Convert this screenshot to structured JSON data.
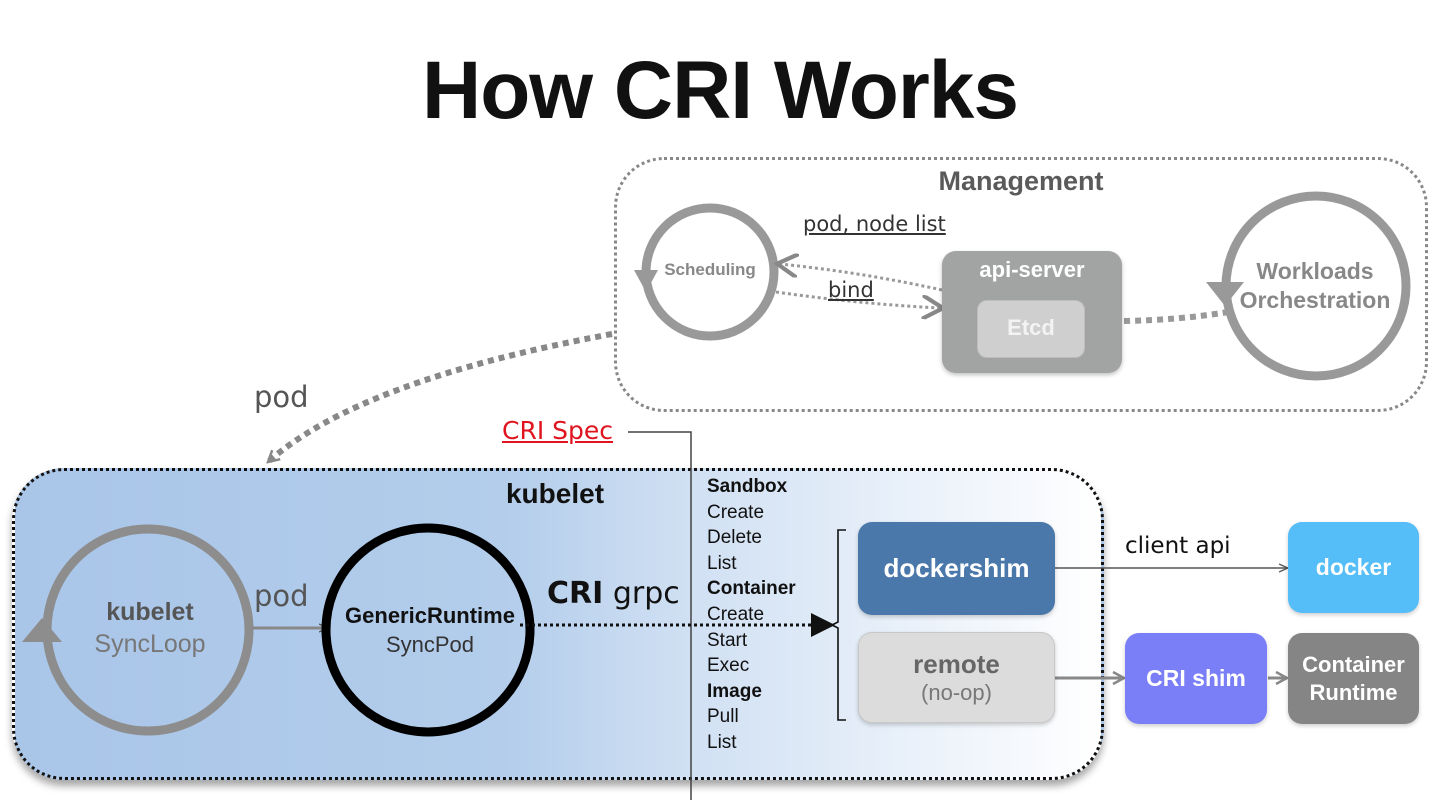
{
  "title": "How CRI Works",
  "management": {
    "title": "Management",
    "scheduling": "Scheduling",
    "api_server": "api-server",
    "etcd": "Etcd",
    "workloads_line1": "Workloads",
    "workloads_line2": "Orchestration",
    "edge_pod_node_list": "pod, node list",
    "edge_bind": "bind"
  },
  "edge_pod_to_kubelet": "pod",
  "cri_spec_link": "CRI Spec",
  "kubelet": {
    "title": "kubelet",
    "syncloop_line1": "kubelet",
    "syncloop_line2": "SyncLoop",
    "edge_pod": "pod",
    "generic_runtime_line1": "GenericRuntime",
    "generic_runtime_line2": "SyncPod",
    "cri_grpc_bold": "CRI",
    "cri_grpc_rest": " grpc"
  },
  "cri_operations": [
    {
      "text": "Sandbox",
      "heading": true
    },
    {
      "text": "Create",
      "heading": false
    },
    {
      "text": "Delete",
      "heading": false
    },
    {
      "text": "List",
      "heading": false
    },
    {
      "text": "Container",
      "heading": true
    },
    {
      "text": "Create",
      "heading": false
    },
    {
      "text": "Start",
      "heading": false
    },
    {
      "text": "Exec",
      "heading": false
    },
    {
      "text": "Image",
      "heading": true
    },
    {
      "text": "Pull",
      "heading": false
    },
    {
      "text": "List",
      "heading": false
    }
  ],
  "runtimes": {
    "dockershim": "dockershim",
    "remote_line1": "remote",
    "remote_line2": "(no-op)",
    "client_api": "client api",
    "docker": "docker",
    "cri_shim": "CRI shim",
    "container_runtime_line1": "Container",
    "container_runtime_line2": "Runtime"
  },
  "colors": {
    "dockershim": "#4a78aa",
    "docker": "#55bdf7",
    "cri_shim": "#7b7ff7",
    "container_runtime": "#858585",
    "remote": "#dcdcdc",
    "api_server": "#a2a4a3",
    "cri_spec": "#e0141e",
    "kubelet_bg": "#a9c5e8"
  }
}
